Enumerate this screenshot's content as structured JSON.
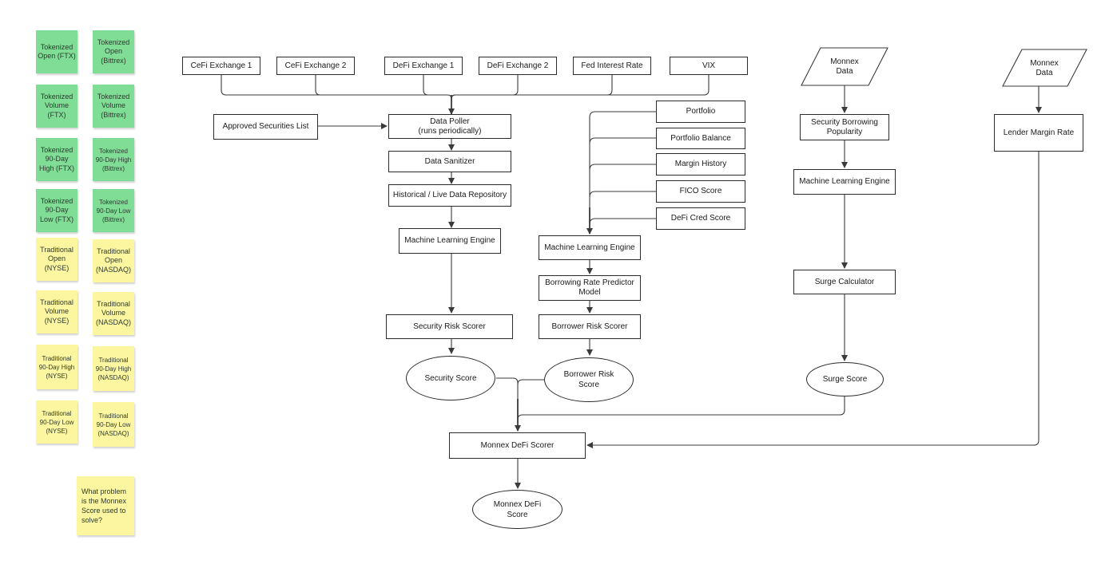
{
  "stickies": {
    "tok_open_ftx": "Tokenized Open (FTX)",
    "tok_open_bittrex": "Tokenized Open (Bittrex)",
    "tok_volume_ftx": "Tokenized Volume (FTX)",
    "tok_volume_bittrex": "Tokenized Volume (Bittrex)",
    "tok_high_ftx": "Tokenized 90-Day High (FTX)",
    "tok_high_bittrex": "Tokenized 90-Day High (Bittrex)",
    "tok_low_ftx": "Tokenized 90-Day Low (FTX)",
    "tok_low_bittrex": "Tokenized 90-Day Low (Bittrex)",
    "trad_open_nyse": "Traditional Open (NYSE)",
    "trad_open_nasdaq": "Traditional Open (NASDAQ)",
    "trad_volume_nyse": "Traditional Volume (NYSE)",
    "trad_volume_nasdaq": "Traditional Volume (NASDAQ)",
    "trad_high_nyse": "Traditional 90-Day High (NYSE)",
    "trad_high_nasdaq": "Traditional 90-Day High (NASDAQ)",
    "trad_low_nyse": "Traditional 90-Day Low (NYSE)",
    "trad_low_nasdaq": "Traditional 90-Day Low (NASDAQ)",
    "question": "What problem is the Monnex Score used to solve?"
  },
  "sources": {
    "cefi1": "CeFi Exchange 1",
    "cefi2": "CeFi Exchange 2",
    "defi1": "DeFi Exchange 1",
    "defi2": "DeFi Exchange 2",
    "fed": "Fed Interest Rate",
    "vix": "VIX"
  },
  "security_flow": {
    "approved_list": "Approved Securities List",
    "poller_line1": "Data Poller",
    "poller_line2": "(runs periodically)",
    "sanitizer": "Data Sanitizer",
    "repository": "Historical / Live Data Repository",
    "ml_engine": "Machine Learning Engine",
    "risk_scorer": "Security Risk Scorer",
    "score": "Security Score"
  },
  "borrower_flow": {
    "portfolio": "Portfolio",
    "portfolio_balance": "Portfolio Balance",
    "margin_history": "Margin History",
    "fico": "FICO Score",
    "defi_cred": "DeFi Cred Score",
    "ml_engine": "Machine Learning Engine",
    "predictor": "Borrowing Rate Predictor Model",
    "risk_scorer": "Borrower Risk Scorer",
    "score": "Borrower Risk Score"
  },
  "surge_flow": {
    "data_input": "Monnex Data",
    "popularity": "Security Borrowing Popularity",
    "ml_engine": "Machine Learning Engine",
    "calculator": "Surge Calculator",
    "score": "Surge Score"
  },
  "lender_flow": {
    "data_input": "Monnex Data",
    "margin_rate": "Lender Margin Rate"
  },
  "final": {
    "scorer": "Monnex DeFi Scorer",
    "score": "Monnex DeFi Score"
  },
  "colors": {
    "sticky_green": "#7fdd96",
    "sticky_yellow": "#fdf6a0",
    "line": "#3a3a3a"
  }
}
